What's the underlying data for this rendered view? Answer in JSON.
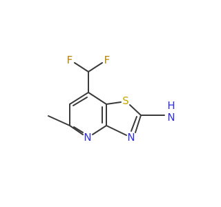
{
  "molecule": {
    "atoms": {
      "F_left": {
        "symbol": "F",
        "color": "#b8860b"
      },
      "F_right": {
        "symbol": "F",
        "color": "#b8860b"
      },
      "S": {
        "symbol": "S",
        "color": "#c8a800"
      },
      "N_pyridine": {
        "symbol": "N",
        "color": "#2f2fd8"
      },
      "N_thiazole": {
        "symbol": "N",
        "color": "#2f2fd8"
      },
      "N_amine_H": {
        "symbol": "H",
        "color": "#2f2fd8"
      },
      "N_amine_N": {
        "symbol": "N",
        "color": "#2f2fd8"
      }
    },
    "colors": {
      "bond": "#3a3a3a",
      "nitrogen": "#2f2fd8",
      "sulfur": "#c8a800",
      "fluorine": "#b8860b"
    }
  }
}
